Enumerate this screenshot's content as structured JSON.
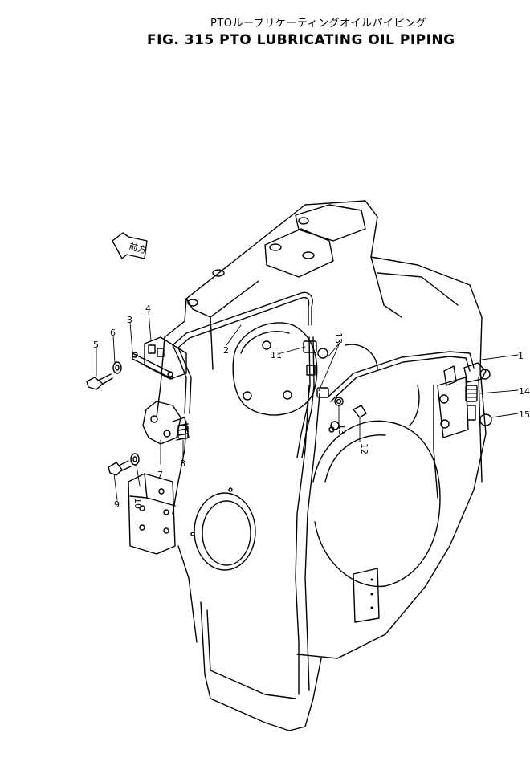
{
  "title_jp": "PTOルーブリケーティングオイルパイピング",
  "title_en": "FIG. 315  PTO LUBRICATING OIL PIPING",
  "arrow_label": "前方",
  "callouts": {
    "c1": "1",
    "c2": "2",
    "c3": "3",
    "c4": "4",
    "c5": "5",
    "c6": "6",
    "c7": "7",
    "c8": "8",
    "c9": "9",
    "c10": "10",
    "c11": "11",
    "c12": "12",
    "c13a": "13",
    "c13b": "13",
    "c14": "14",
    "c15": "15"
  }
}
